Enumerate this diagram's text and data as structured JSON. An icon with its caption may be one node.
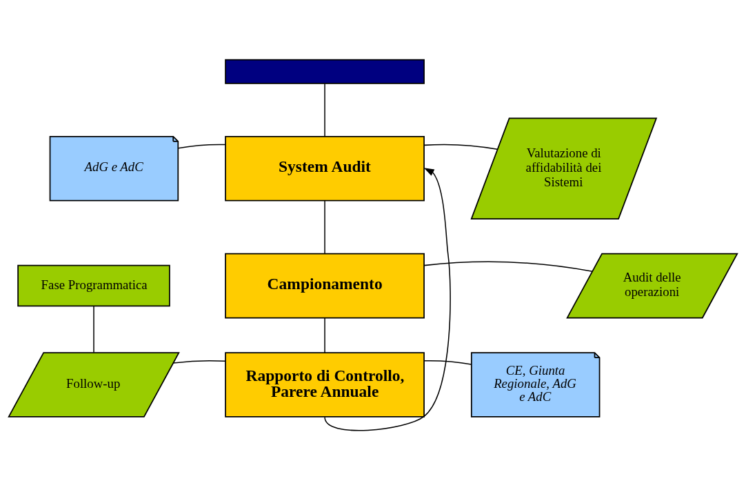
{
  "diagram": {
    "nodes": [
      {
        "text": [],
        "shape": "box"
      },
      {
        "text": [
          "AdG e AdC"
        ]
      },
      {
        "text": [
          "System Audit"
        ]
      },
      {
        "text": [
          "Valutazione di affidabilità dei Sistemi"
        ]
      },
      {
        "text": [
          "Campionamento"
        ]
      },
      {
        "text": [
          "Audit delle operazioni"
        ]
      },
      {
        "text": [
          "Fase Programmatica"
        ]
      },
      {
        "text": [
          "Follow-up"
        ]
      },
      {
        "text": [
          "Rapporto di Controllo, Parere Annuale"
        ]
      },
      {
        "text": [
          "CE, Giunta Regionale, AdG e AdC"
        ]
      }
    ],
    "edges": [
      {
        "from": 0,
        "to": 2,
        "arrow": "none"
      },
      {
        "from": 1,
        "to": 2,
        "arrow": "none"
      },
      {
        "from": 3,
        "to": 2,
        "arrow": "none"
      },
      {
        "from": 2,
        "to": 4,
        "arrow": "none"
      },
      {
        "from": 5,
        "to": 4,
        "arrow": "none"
      },
      {
        "from": 4,
        "to": 8,
        "arrow": "none"
      },
      {
        "from": 6,
        "to": 7,
        "arrow": "none"
      },
      {
        "from": 7,
        "to": 8,
        "arrow": "none"
      },
      {
        "from": 8,
        "to": 9,
        "arrow": "none"
      },
      {
        "from": 8,
        "to": 2,
        "arrow": "to"
      }
    ]
  }
}
